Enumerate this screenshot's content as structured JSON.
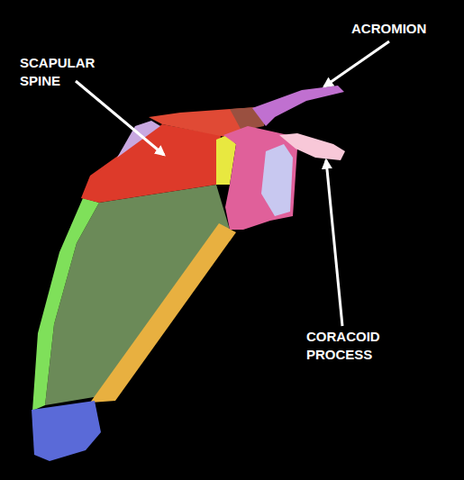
{
  "diagram": {
    "labels": [
      "SCAPULAR SPINE",
      "ACROMION",
      "CORACOID PROCESS"
    ]
  }
}
